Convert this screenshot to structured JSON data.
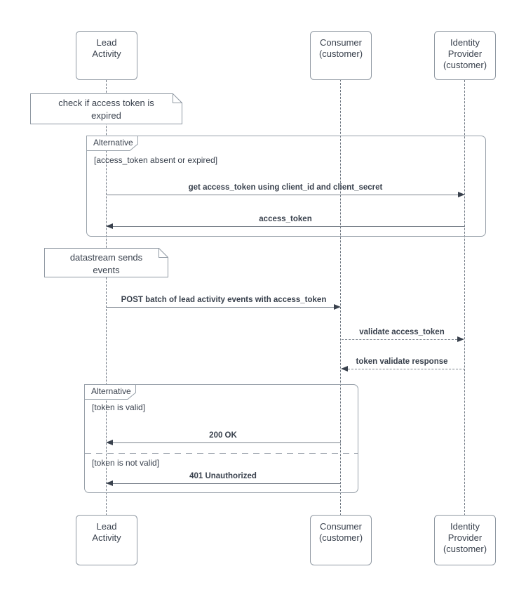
{
  "diagram_type": "uml-sequence-diagram",
  "colors": {
    "background": "#ffffff",
    "text": "#3a424e",
    "box_border": "#8f98a2",
    "frame_border": "#97a0a9",
    "message_line": "#7b838d",
    "arrowhead": "#39414d",
    "lifeline": "#6d7681"
  },
  "actors": {
    "lead": {
      "label": "Lead\nActivity"
    },
    "consumer": {
      "label": "Consumer\n(customer)"
    },
    "identity": {
      "label": "Identity\nProvider\n(customer)"
    }
  },
  "notes": [
    {
      "text": "check if access token is\nexpired"
    },
    {
      "text": "datastream sends\nevents"
    }
  ],
  "frames": [
    {
      "label": "Alternative",
      "guard1": "[access_token absent or expired]"
    },
    {
      "label": "Alternative",
      "guard1": "[token is valid]",
      "guard2": "[token is not valid]"
    }
  ],
  "messages": [
    {
      "label": "get access_token using client_id and client_secret",
      "from": "Lead Activity",
      "to": "Identity Provider (customer)",
      "style": "solid"
    },
    {
      "label": "access_token",
      "from": "Identity Provider (customer)",
      "to": "Lead Activity",
      "style": "solid"
    },
    {
      "label": "POST batch of lead activity events with access_token",
      "from": "Lead Activity",
      "to": "Consumer (customer)",
      "style": "solid"
    },
    {
      "label": "validate access_token",
      "from": "Consumer (customer)",
      "to": "Identity Provider (customer)",
      "style": "dashed"
    },
    {
      "label": "token validate response",
      "from": "Identity Provider (customer)",
      "to": "Consumer (customer)",
      "style": "dashed"
    },
    {
      "label": "200 OK",
      "from": "Consumer (customer)",
      "to": "Lead Activity",
      "style": "solid"
    },
    {
      "label": "401 Unauthorized",
      "from": "Consumer (customer)",
      "to": "Lead Activity",
      "style": "solid"
    }
  ]
}
